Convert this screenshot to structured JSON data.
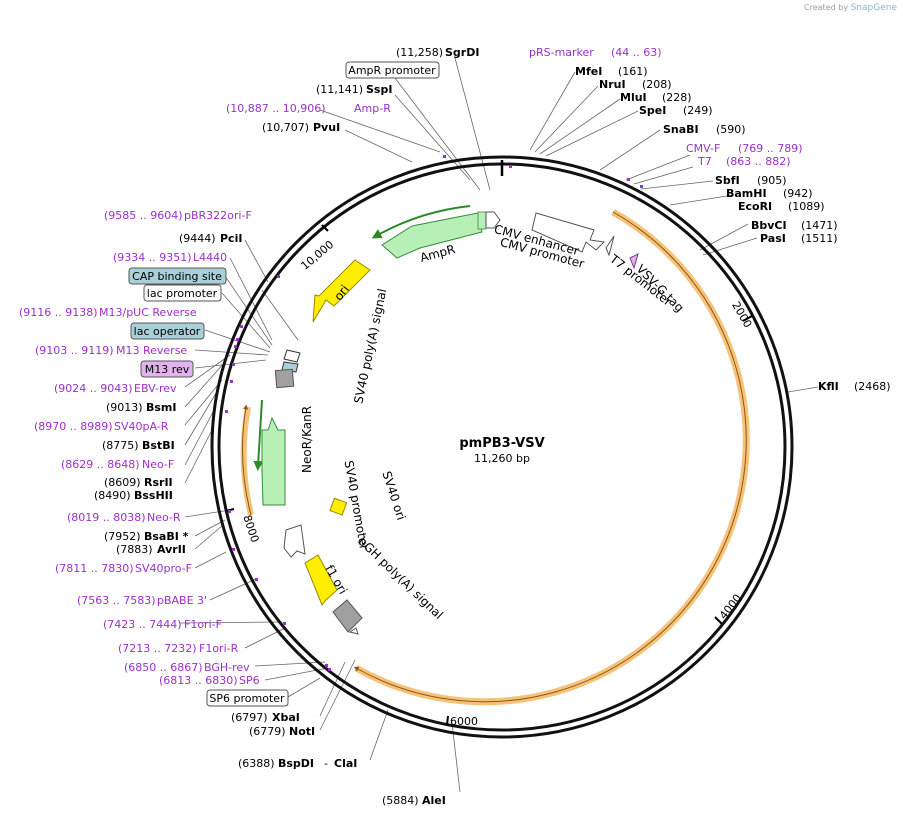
{
  "credit": {
    "created_by": "Created by",
    "brand": "SnapGene"
  },
  "plasmid": {
    "name": "pmPB3-VSV",
    "size": "11,260 bp"
  },
  "ticks": [
    "2000",
    "4000",
    "6000",
    "8000",
    "10,000"
  ],
  "colors": {
    "primer": "#9b30c8",
    "orange": "#f6c27a",
    "green": "#b6f0b6",
    "yellow": "#ffee00",
    "gray": "#a0a0a0",
    "teal": "#a9cfd8",
    "violet": "#e3b3ef"
  },
  "features": [
    {
      "id": "ampr",
      "label": "AmpR"
    },
    {
      "id": "ori",
      "label": "ori"
    },
    {
      "id": "cmv_enh",
      "label": "CMV enhancer"
    },
    {
      "id": "cmv_prom",
      "label": "CMV promoter"
    },
    {
      "id": "t7p",
      "label": "T7 promoter"
    },
    {
      "id": "vsvg",
      "label": "VSV-G tag"
    },
    {
      "id": "sv40pa",
      "label": "SV40 poly(A) signal"
    },
    {
      "id": "neo",
      "label": "NeoR/KanR"
    },
    {
      "id": "sv40p",
      "label": "SV40 promoter"
    },
    {
      "id": "sv40ori",
      "label": "SV40 ori"
    },
    {
      "id": "f1",
      "label": "f1 ori"
    },
    {
      "id": "bgh",
      "label": "bGH poly(A) signal"
    }
  ],
  "sites": [
    {
      "id": "sgrdi",
      "pos": "(11,258)",
      "name": "SgrDI"
    },
    {
      "id": "sspi",
      "pos": "(11,141)",
      "name": "SspI"
    },
    {
      "id": "pvui",
      "pos": "(10,707)",
      "name": "PvuI"
    },
    {
      "id": "mfei",
      "pos": "(161)",
      "name": "MfeI"
    },
    {
      "id": "nrui",
      "pos": "(208)",
      "name": "NruI"
    },
    {
      "id": "mlui",
      "pos": "(228)",
      "name": "MluI"
    },
    {
      "id": "spei",
      "pos": "(249)",
      "name": "SpeI"
    },
    {
      "id": "snabi",
      "pos": "(590)",
      "name": "SnaBI"
    },
    {
      "id": "sbfi",
      "pos": "(905)",
      "name": "SbfI"
    },
    {
      "id": "bamhi",
      "pos": "(942)",
      "name": "BamHI"
    },
    {
      "id": "ecori",
      "pos": "(1089)",
      "name": "EcoRI"
    },
    {
      "id": "bbvci",
      "pos": "(1471)",
      "name": "BbvCI"
    },
    {
      "id": "pasi",
      "pos": "(1511)",
      "name": "PasI"
    },
    {
      "id": "kfli",
      "pos": "(2468)",
      "name": "KflI"
    },
    {
      "id": "alei",
      "pos": "(5884)",
      "name": "AleI"
    },
    {
      "id": "bspdi",
      "pos": "(6388)",
      "name": "BspDI"
    },
    {
      "id": "clai",
      "sep": "-",
      "name": "ClaI"
    },
    {
      "id": "noti",
      "pos": "(6779)",
      "name": "NotI"
    },
    {
      "id": "xbai",
      "pos": "(6797)",
      "name": "XbaI"
    },
    {
      "id": "avrii",
      "pos": "(7883)",
      "name": "AvrII"
    },
    {
      "id": "bsabi",
      "pos": "(7952)",
      "name": "BsaBI *"
    },
    {
      "id": "bsshii",
      "pos": "(8490)",
      "name": "BssHII"
    },
    {
      "id": "rsrii",
      "pos": "(8609)",
      "name": "RsrII"
    },
    {
      "id": "bstbi",
      "pos": "(8775)",
      "name": "BstBI"
    },
    {
      "id": "bsmi",
      "pos": "(9013)",
      "name": "BsmI"
    },
    {
      "id": "pcii",
      "pos": "(9444)",
      "name": "PciI"
    }
  ],
  "primers": [
    {
      "id": "prs",
      "name": "pRS-marker",
      "range": "(44 .. 63)"
    },
    {
      "id": "ampr_r",
      "range": "(10,887 .. 10,906)",
      "name": "Amp-R"
    },
    {
      "id": "cmvf",
      "name": "CMV-F",
      "range": "(769 .. 789)"
    },
    {
      "id": "t7",
      "name": "T7",
      "range": "(863 .. 882)"
    },
    {
      "id": "pbr",
      "range": "(9585 .. 9604)",
      "name": "pBR322ori-F"
    },
    {
      "id": "l4440",
      "range": "(9334 .. 9351)",
      "name": "L4440"
    },
    {
      "id": "m13puc",
      "range": "(9116 .. 9138)",
      "name": "M13/pUC Reverse"
    },
    {
      "id": "m13r",
      "range": "(9103 .. 9119)",
      "name": "M13 Reverse"
    },
    {
      "id": "ebv",
      "range": "(9024 .. 9043)",
      "name": "EBV-rev"
    },
    {
      "id": "sv40pa_r",
      "range": "(8970 .. 8989)",
      "name": "SV40pA-R"
    },
    {
      "id": "neof",
      "range": "(8629 .. 8648)",
      "name": "Neo-F"
    },
    {
      "id": "neor",
      "range": "(8019 .. 8038)",
      "name": "Neo-R"
    },
    {
      "id": "sv40pro",
      "range": "(7811 .. 7830)",
      "name": "SV40pro-F"
    },
    {
      "id": "pbabe",
      "range": "(7563 .. 7583)",
      "name": "pBABE 3'"
    },
    {
      "id": "f1f",
      "range": "(7423 .. 7444)",
      "name": "F1ori-F"
    },
    {
      "id": "f1r",
      "range": "(7213 .. 7232)",
      "name": "F1ori-R"
    },
    {
      "id": "bgh",
      "range": "(6850 .. 6867)",
      "name": "BGH-rev"
    },
    {
      "id": "sp6",
      "range": "(6813 .. 6830)",
      "name": "SP6"
    }
  ],
  "boxes": [
    {
      "id": "ampr_prom",
      "label": "AmpR promoter",
      "style": "white"
    },
    {
      "id": "cap",
      "label": "CAP binding site",
      "style": "teal"
    },
    {
      "id": "lacp",
      "label": "lac promoter",
      "style": "white"
    },
    {
      "id": "laco",
      "label": "lac operator",
      "style": "teal"
    },
    {
      "id": "m13rev",
      "label": "M13 rev",
      "style": "violet"
    },
    {
      "id": "sp6p",
      "label": "SP6 promoter",
      "style": "white"
    }
  ]
}
